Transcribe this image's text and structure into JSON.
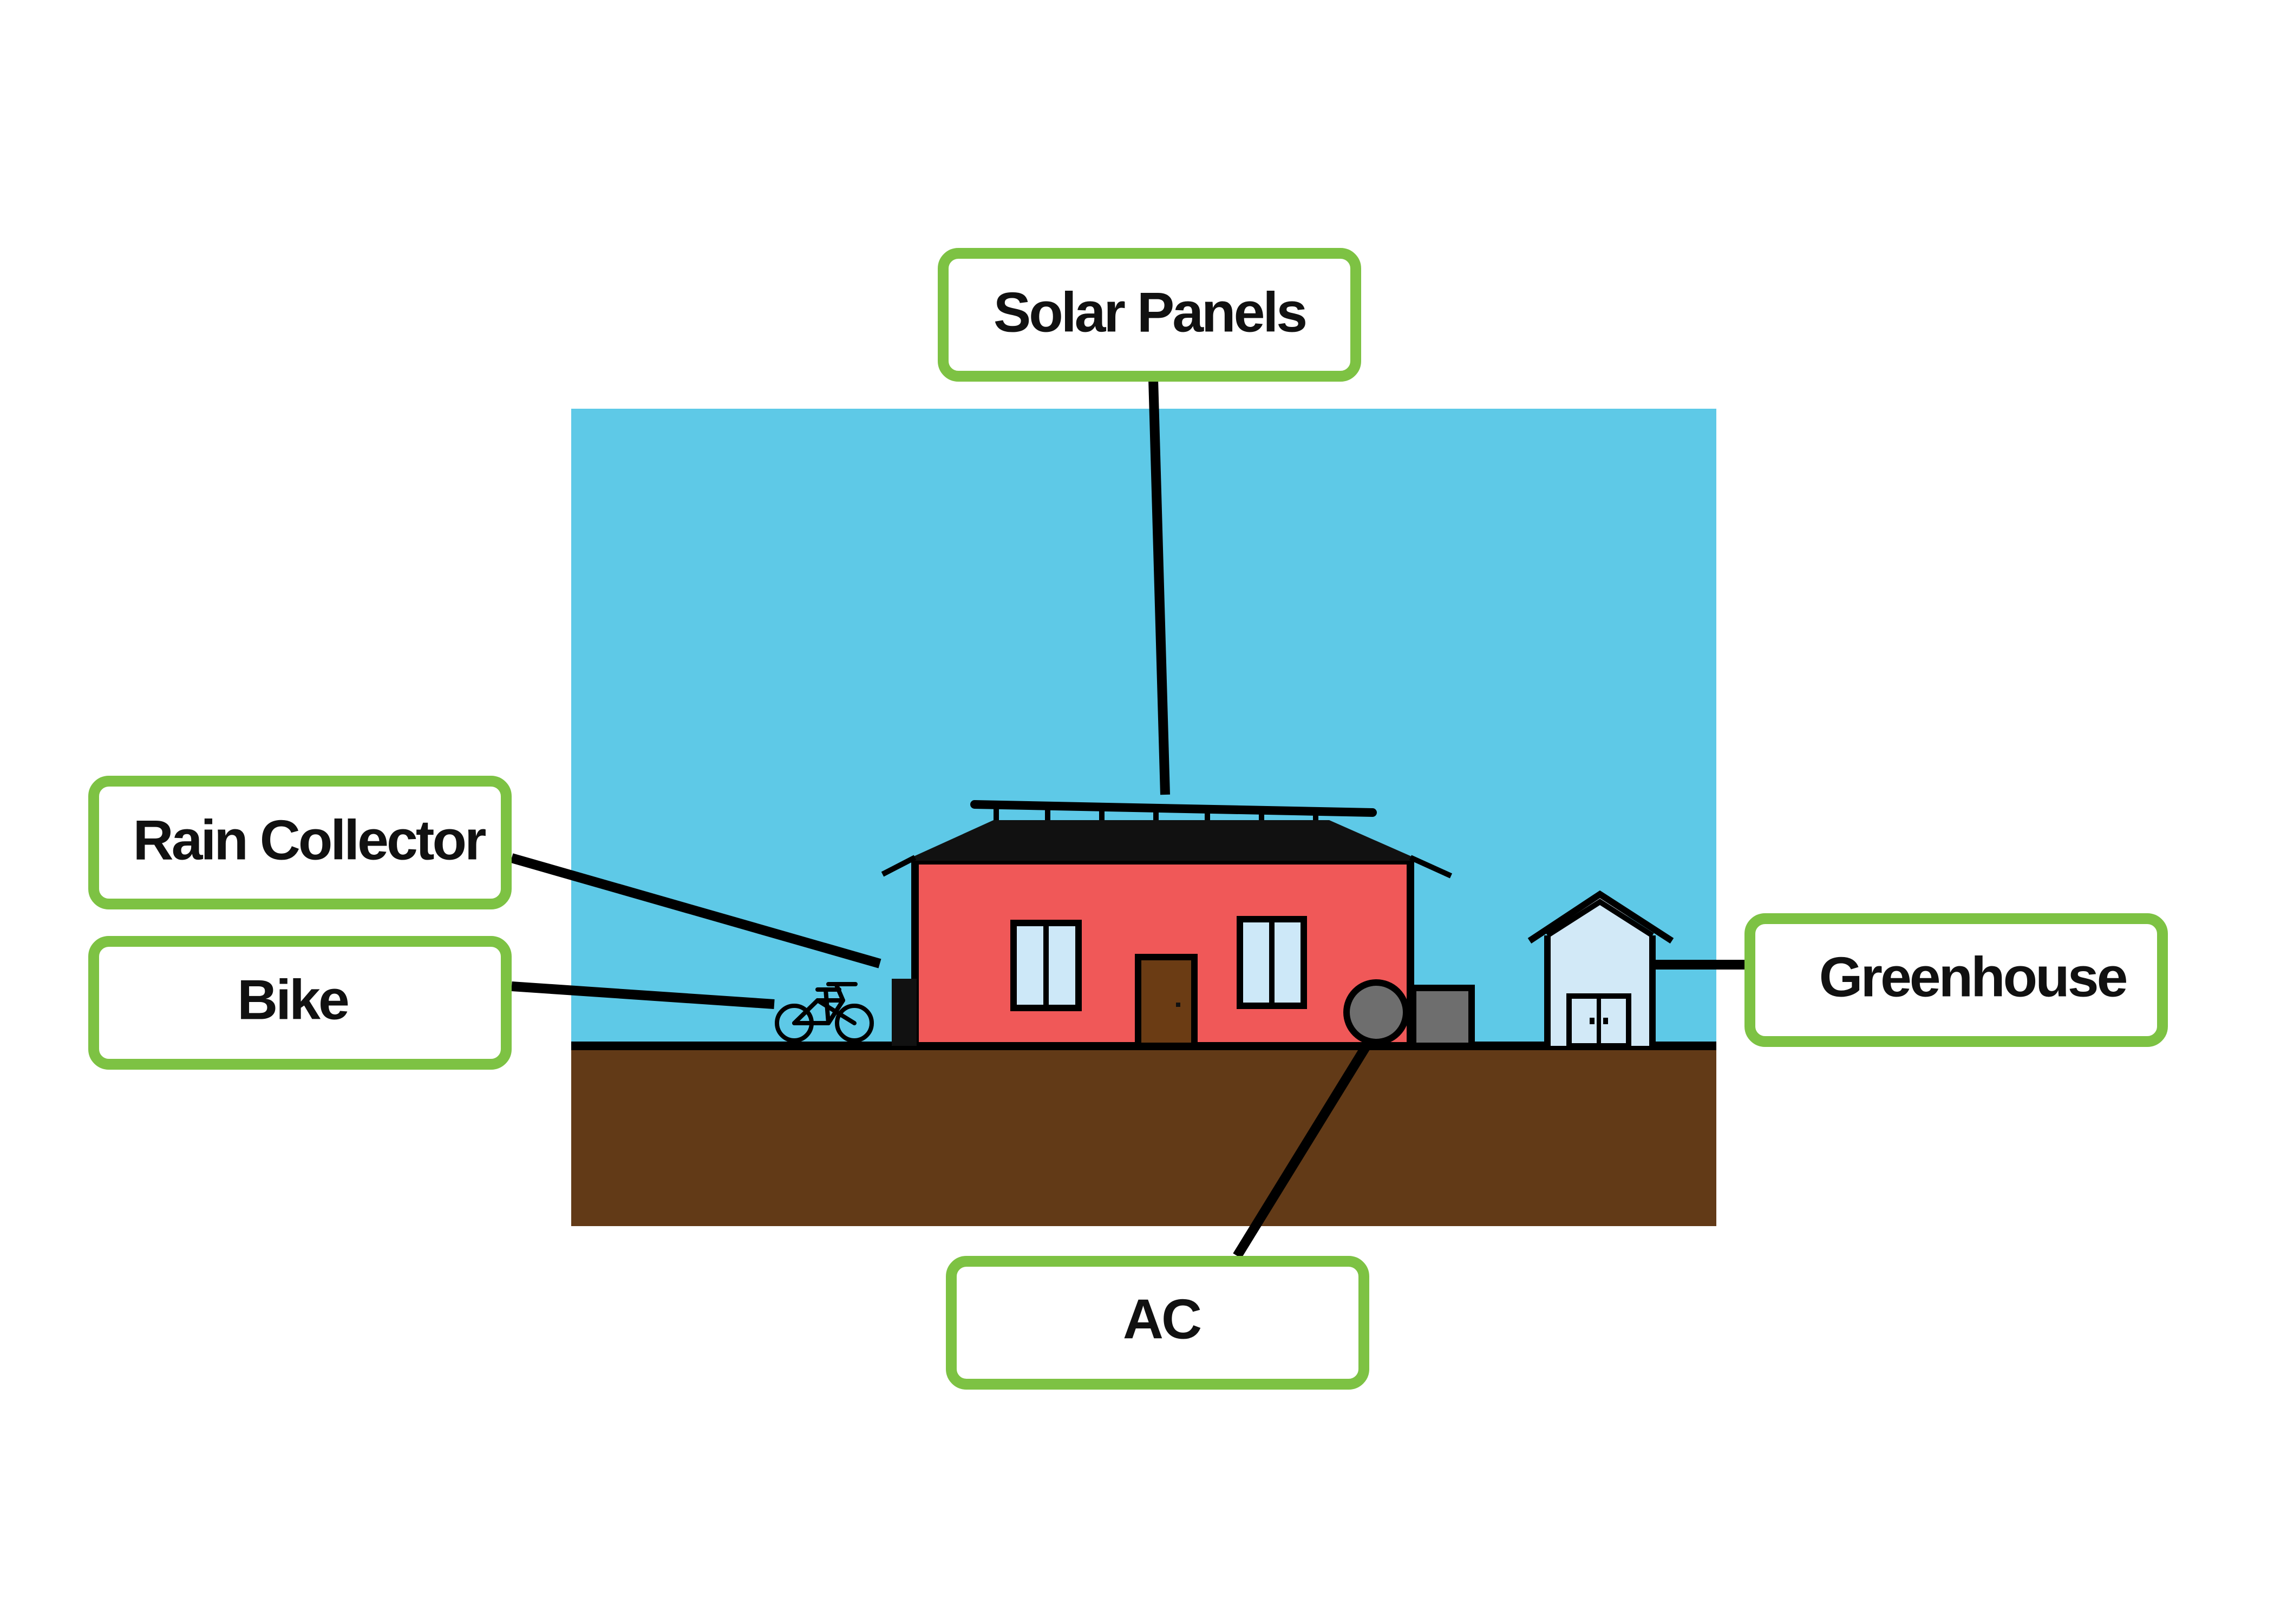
{
  "labels": {
    "solar_panels": "Solar Panels",
    "rain_collector": "Rain Collector",
    "bike": "Bike",
    "ac": "AC",
    "greenhouse": "Greenhouse"
  },
  "icons": [
    "solar-panel-icon",
    "house-icon",
    "window-icon",
    "door-icon",
    "rain-barrel-icon",
    "bicycle-icon",
    "ac-unit-icon",
    "greenhouse-icon"
  ],
  "colors": {
    "sky": "#5ec9e7",
    "ground": "#623a17",
    "house_wall": "#f05858",
    "roof": "#111111",
    "window_glass": "#cde8f8",
    "door": "#6b3c14",
    "greenhouse_glass": "#d2e9f7",
    "ac_unit": "#6e6e6e",
    "label_border": "#7dc243",
    "leader_line": "#000000"
  }
}
